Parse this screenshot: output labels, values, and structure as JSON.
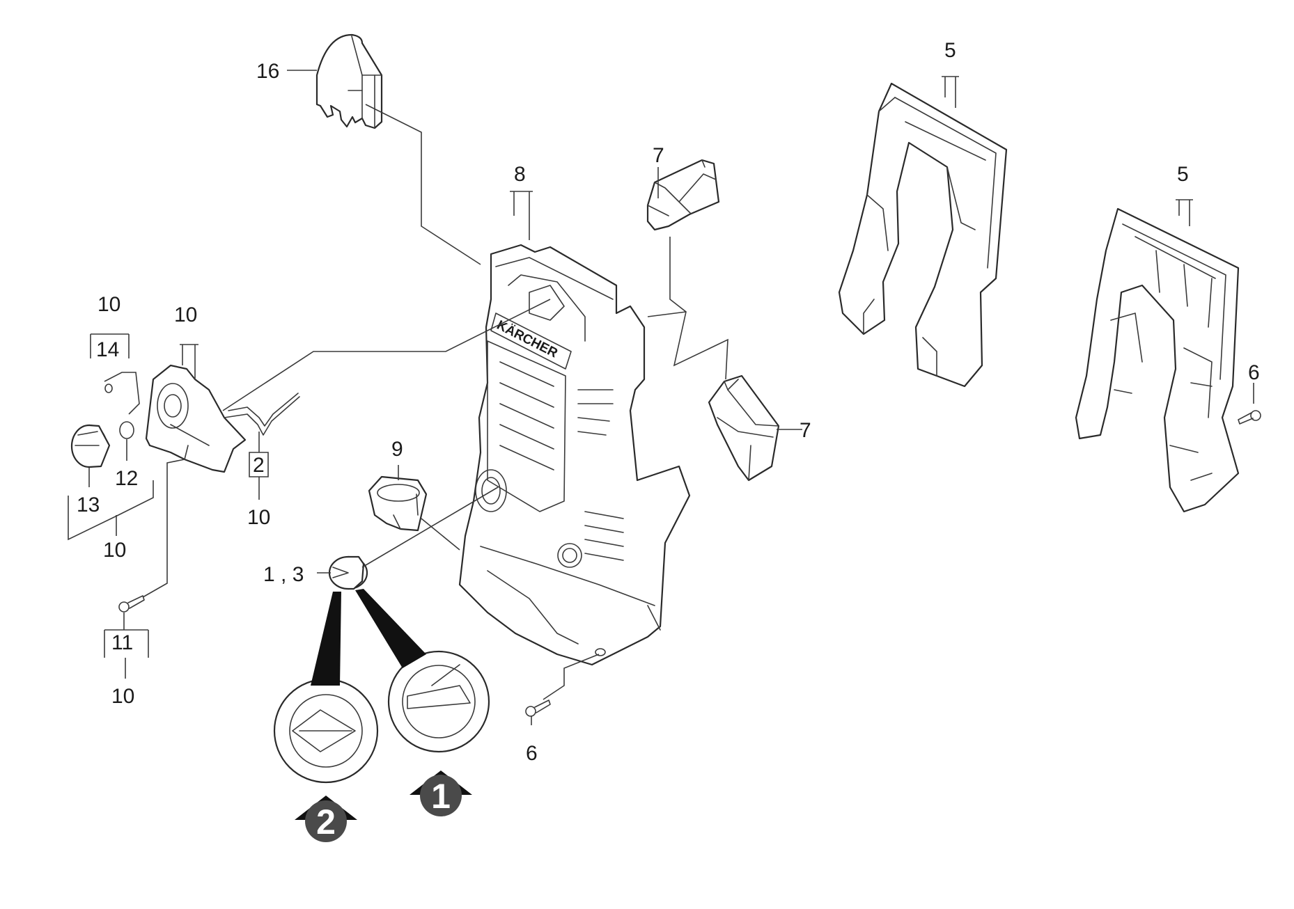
{
  "diagram": {
    "brand_logo_text": "KÄRCHER",
    "labels": {
      "part_16": "16",
      "part_8": "8",
      "part_7_top": "7",
      "part_7_right": "7",
      "part_5_front": "5",
      "part_5_back": "5",
      "part_6_right": "6",
      "part_6_bottom": "6",
      "part_9": "9",
      "part_1_3": "1 , 3",
      "part_10_a": "10",
      "part_14": "14",
      "part_10_b": "10",
      "part_2": "2",
      "part_10_c": "10",
      "part_12": "12",
      "part_13": "13",
      "part_10_d": "10",
      "part_11": "11",
      "part_10_e": "10"
    },
    "variant_badges": [
      {
        "number": "1",
        "color": "#4a4a4a"
      },
      {
        "number": "2",
        "color": "#4a4a4a"
      }
    ],
    "colors": {
      "line": "#2a2a2a",
      "badge_arrow": "#111111"
    }
  }
}
